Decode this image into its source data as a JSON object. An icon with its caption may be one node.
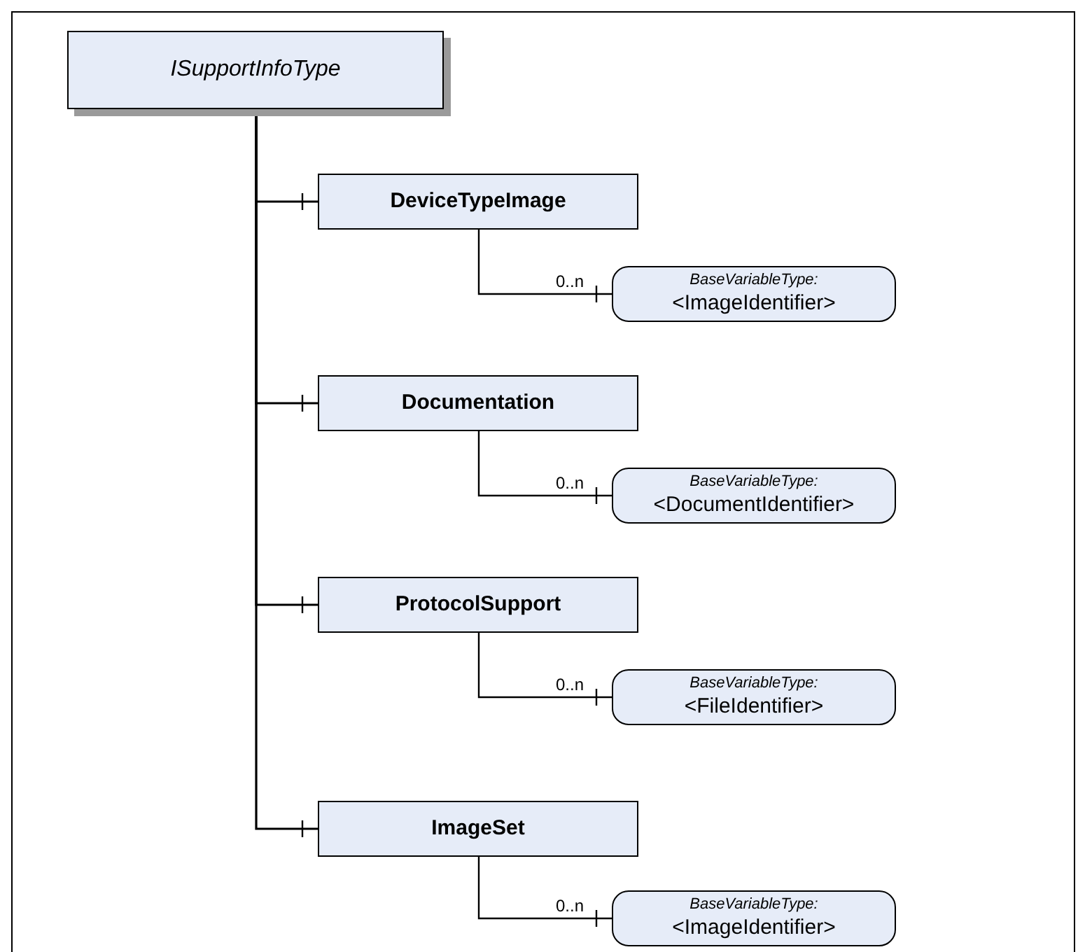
{
  "diagram": {
    "nodes": [
      {
        "text": [
          "ISupportInfoType"
        ]
      },
      {
        "text": [
          "DeviceTypeImage"
        ]
      },
      {
        "text": [
          "BaseVariableType:",
          "<ImageIdentifier>"
        ]
      },
      {
        "text": [
          "Documentation"
        ]
      },
      {
        "text": [
          "BaseVariableType:",
          "<DocumentIdentifier>"
        ]
      },
      {
        "text": [
          "ProtocolSupport"
        ]
      },
      {
        "text": [
          "BaseVariableType:",
          "<FileIdentifier>"
        ]
      },
      {
        "text": [
          "ImageSet"
        ]
      },
      {
        "text": [
          "BaseVariableType:",
          "<ImageIdentifier>"
        ]
      }
    ],
    "edges": [
      {
        "from": 0,
        "to": 1,
        "arrow": "other"
      },
      {
        "from": 1,
        "to": 2,
        "arrow": "other",
        "label": "0..n"
      },
      {
        "from": 0,
        "to": 3,
        "arrow": "other"
      },
      {
        "from": 3,
        "to": 4,
        "arrow": "other",
        "label": "0..n"
      },
      {
        "from": 0,
        "to": 5,
        "arrow": "other"
      },
      {
        "from": 5,
        "to": 6,
        "arrow": "other",
        "label": "0..n"
      },
      {
        "from": 0,
        "to": 7,
        "arrow": "other"
      },
      {
        "from": 7,
        "to": 8,
        "arrow": "other",
        "label": "0..n"
      }
    ]
  }
}
